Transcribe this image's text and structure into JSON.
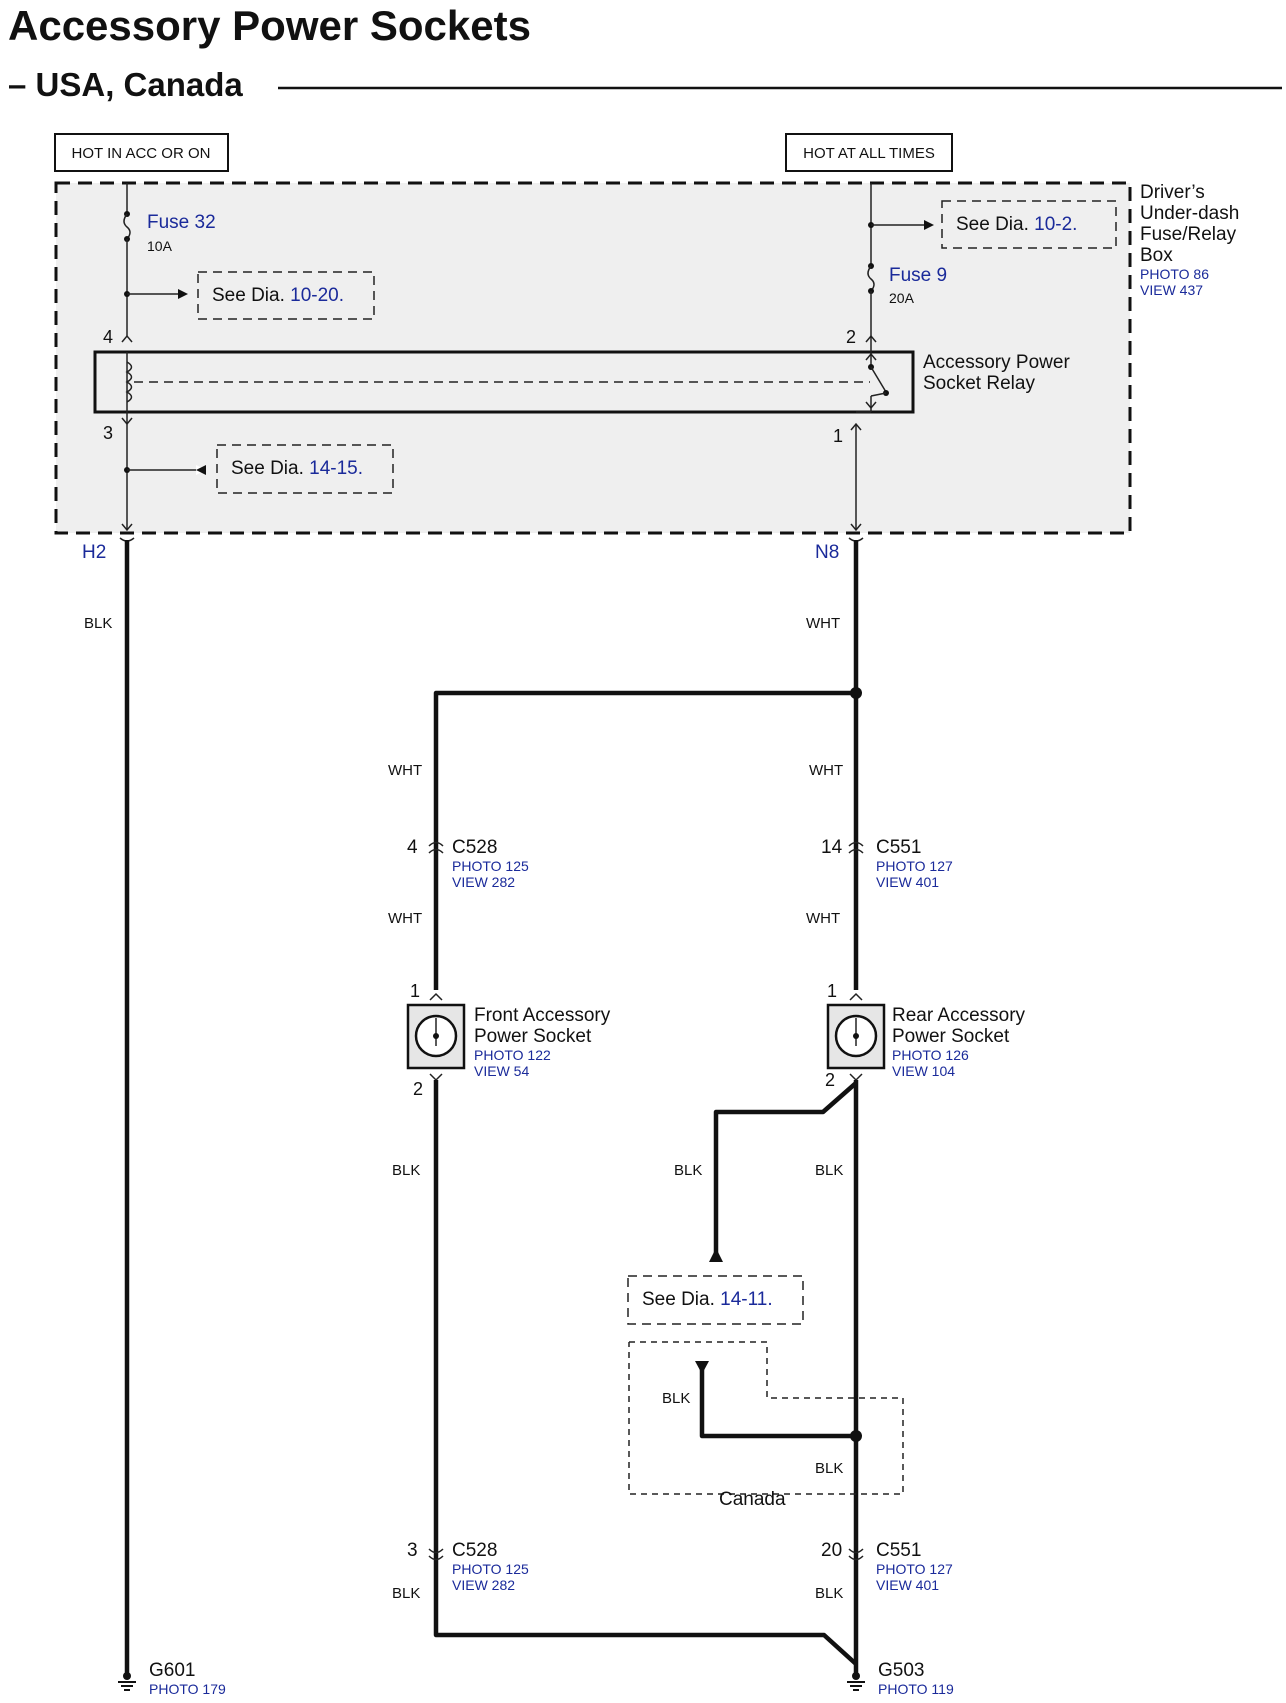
{
  "header": {
    "title": "Accessory Power Sockets",
    "subtitle": "– USA, Canada"
  },
  "power_labels": {
    "left": "HOT IN ACC OR ON",
    "right": "HOT AT ALL TIMES"
  },
  "fuse_box": {
    "name_lines": [
      "Driver’s",
      "Under-dash",
      "Fuse/Relay",
      "Box"
    ],
    "photo": "PHOTO 86",
    "view": "VIEW 437"
  },
  "fuses": [
    {
      "name": "Fuse 32",
      "rating": "10A"
    },
    {
      "name": "Fuse 9",
      "rating": "20A"
    }
  ],
  "relay": {
    "name_lines": [
      "Accessory Power",
      "Socket Relay"
    ],
    "pins": [
      "4",
      "3",
      "2",
      "1"
    ]
  },
  "see_dia_prefix": "See Dia.",
  "see_dia": [
    "10-20.",
    "10-2.",
    "14-15.",
    "14-11."
  ],
  "terminals": [
    "H2",
    "N8"
  ],
  "wire_colors": {
    "blk": "BLK",
    "wht": "WHT"
  },
  "connectors": [
    {
      "pin": "4",
      "name": "C528",
      "photo": "PHOTO 125",
      "view": "VIEW 282"
    },
    {
      "pin": "14",
      "name": "C551",
      "photo": "PHOTO 127",
      "view": "VIEW 401"
    },
    {
      "pin": "3",
      "name": "C528",
      "photo": "PHOTO 125",
      "view": "VIEW 282"
    },
    {
      "pin": "20",
      "name": "C551",
      "photo": "PHOTO 127",
      "view": "VIEW 401"
    }
  ],
  "sockets": [
    {
      "name_lines": [
        "Front Accessory",
        "Power Socket"
      ],
      "photo": "PHOTO 122",
      "view": "VIEW 54",
      "pin_top": "1",
      "pin_bottom": "2"
    },
    {
      "name_lines": [
        "Rear Accessory",
        "Power Socket"
      ],
      "photo": "PHOTO 126",
      "view": "VIEW 104",
      "pin_top": "1",
      "pin_bottom": "2"
    }
  ],
  "region_label": "Canada",
  "grounds": [
    {
      "name": "G601",
      "photo": "PHOTO 179"
    },
    {
      "name": "G503",
      "photo": "PHOTO 119"
    }
  ],
  "colors": {
    "accent_blue": "#1a2a9a",
    "box_fill": "#efefef",
    "line": "#111111"
  }
}
